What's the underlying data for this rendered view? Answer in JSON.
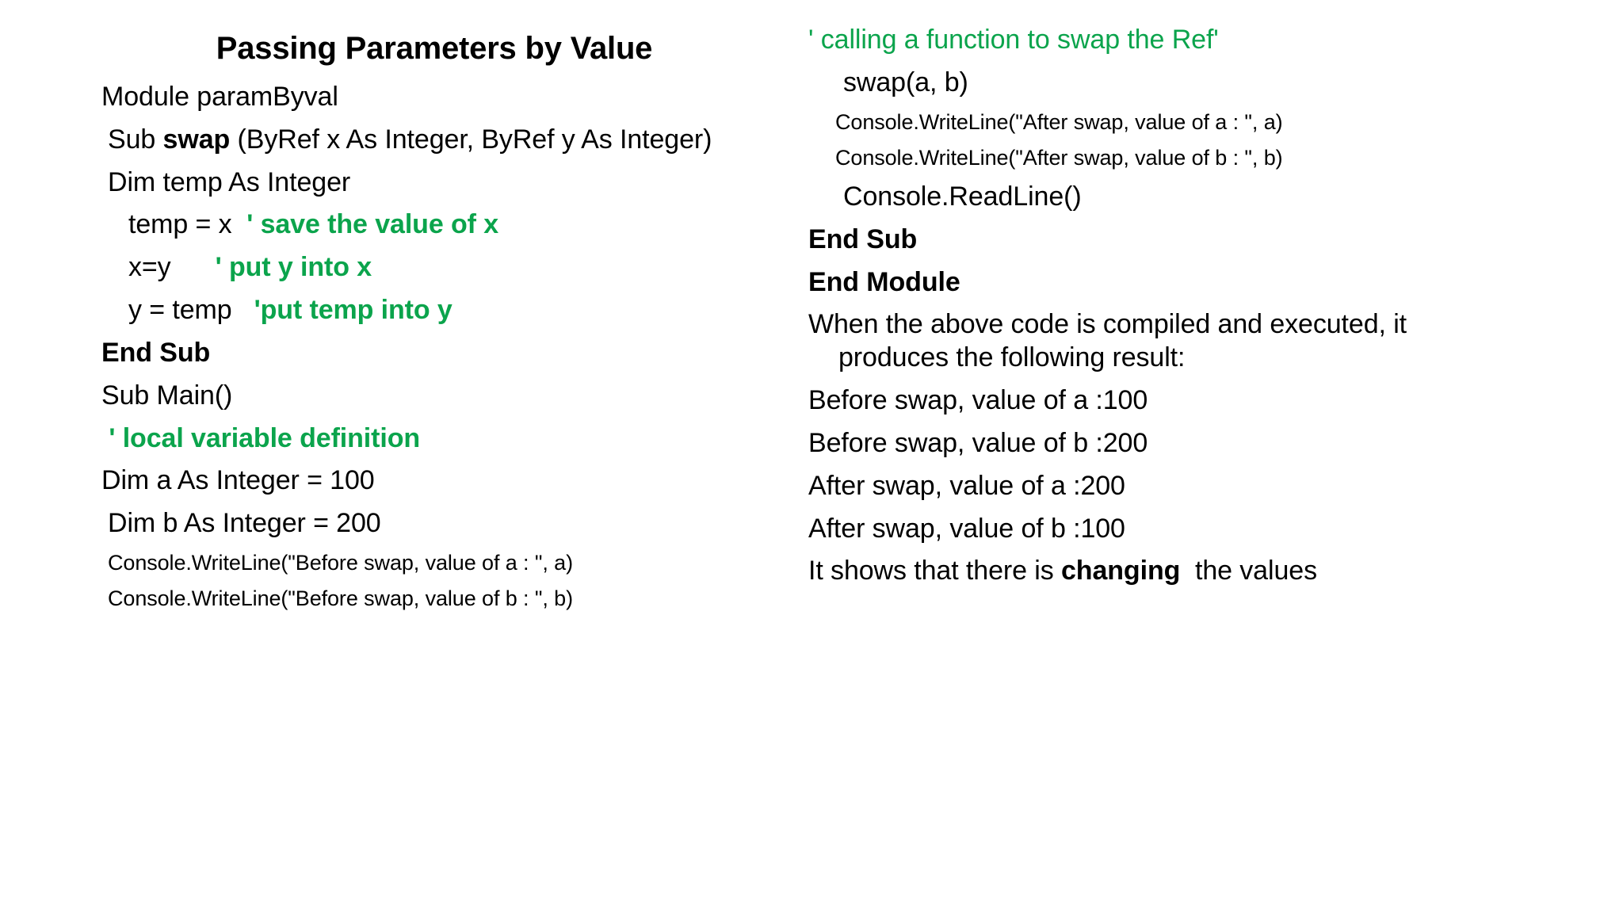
{
  "slide": {
    "title": "Passing Parameters by Value",
    "colors": {
      "comment_green": "#0BA44C",
      "text_black": "#000000",
      "background": "#FFFFFF"
    }
  },
  "left_column": {
    "lines": [
      {
        "id": "module-decl",
        "text": "Module paramByval",
        "style": "normal",
        "indent": 0,
        "size": "normal"
      },
      {
        "id": "sub-swap-sig-a",
        "text": "Sub ",
        "style": "normal",
        "indent": 1,
        "size": "normal"
      },
      {
        "id": "sub-swap-name",
        "text": "swap",
        "style": "bold",
        "indent": 1,
        "size": "normal"
      },
      {
        "id": "sub-swap-sig-b",
        "text": " (ByRef x As Integer, ByRef y As Integer)",
        "style": "normal",
        "indent": 1,
        "size": "normal"
      },
      {
        "id": "dim-temp",
        "text": "Dim temp As Integer",
        "style": "normal",
        "indent": 1,
        "size": "normal"
      },
      {
        "id": "temp-assign",
        "text": "temp = x ",
        "style": "normal",
        "indent": 3,
        "size": "normal"
      },
      {
        "id": "temp-assign-note",
        "text": " ' save the value of x",
        "style": "green-bold",
        "indent": 3,
        "size": "normal"
      },
      {
        "id": "x-assign",
        "text": "x=y      ",
        "style": "normal",
        "indent": 3,
        "size": "normal"
      },
      {
        "id": "x-assign-note",
        "text": "' put y into x",
        "style": "green-bold",
        "indent": 3,
        "size": "normal"
      },
      {
        "id": "y-assign",
        "text": "y = temp   ",
        "style": "normal",
        "indent": 3,
        "size": "normal"
      },
      {
        "id": "y-assign-note",
        "text": "'put temp into y",
        "style": "green-bold",
        "indent": 3,
        "size": "normal"
      },
      {
        "id": "end-sub",
        "text": "End Sub",
        "style": "bold",
        "indent": 0,
        "size": "normal"
      },
      {
        "id": "sub-main",
        "text": "Sub Main()",
        "style": "normal",
        "indent": 0,
        "size": "normal"
      },
      {
        "id": "local-var-note",
        "text": " ' local variable definition",
        "style": "green-bold",
        "indent": 0,
        "size": "normal"
      },
      {
        "id": "dim-a",
        "text": "Dim a As Integer = 100",
        "style": "normal",
        "indent": 0,
        "size": "normal"
      },
      {
        "id": "dim-b",
        "text": "Dim b As Integer = 200",
        "style": "normal",
        "indent": 1,
        "size": "normal"
      },
      {
        "id": "write-before-a",
        "text": "Console.WriteLine(\"Before swap, value of a : \", a)",
        "style": "normal",
        "indent": 1,
        "size": "small"
      },
      {
        "id": "write-before-b",
        "text": "Console.WriteLine(\"Before swap, value of b : \", b)",
        "style": "normal",
        "indent": 1,
        "size": "small"
      }
    ],
    "rendered": {
      "module_decl": "Module paramByval",
      "sub_swap_prefix": "Sub ",
      "sub_swap_name": "swap",
      "sub_swap_suffix": " (ByRef x As Integer, ByRef y As Integer)",
      "dim_temp": "Dim temp As Integer",
      "temp_assign": "temp = x ",
      "temp_assign_comment": " ' save the value of x",
      "x_assign": "x=y      ",
      "x_assign_comment": "' put y into x",
      "y_assign": "y = temp   ",
      "y_assign_comment": "'put temp into y",
      "end_sub": "End Sub",
      "sub_main": "Sub Main()",
      "local_var_comment": " ' local variable definition",
      "dim_a": "Dim a As Integer = 100",
      "dim_b": "Dim b As Integer = 200",
      "write_before_a": "Console.WriteLine(\"Before swap, value of a : \", a)",
      "write_before_b": "Console.WriteLine(\"Before swap, value of b : \", b)"
    }
  },
  "right_column": {
    "rendered": {
      "calling_comment": "' calling a function to swap the Ref'",
      "swap_call": "swap(a, b)",
      "write_after_a": "Console.WriteLine(\"After swap, value of a : \", a)",
      "write_after_b": "Console.WriteLine(\"After swap, value of b : \", b)",
      "read_line": "Console.ReadLine()",
      "end_sub": "End Sub",
      "end_module": "End Module",
      "result_intro": "When the above code is compiled and executed, it produces the following result:",
      "output_before_a": "Before swap, value of a :100",
      "output_before_b": "Before swap, value of b :200",
      "output_after_a": "After swap, value of a :200",
      "output_after_b": "After swap, value of b :100",
      "conclusion_prefix": "It shows that there is ",
      "conclusion_emphasis": "changing",
      "conclusion_suffix": "  the values"
    },
    "lines": [
      {
        "id": "calling-comment",
        "text": "' calling a function to swap the Ref'",
        "style": "green",
        "indent": 0,
        "size": "normal"
      },
      {
        "id": "swap-call",
        "text": "swap(a, b)",
        "style": "normal",
        "indent": 4,
        "size": "normal"
      },
      {
        "id": "write-after-a",
        "text": "Console.WriteLine(\"After swap, value of a : \", a)",
        "style": "normal",
        "indent": 3,
        "size": "small"
      },
      {
        "id": "write-after-b",
        "text": "Console.WriteLine(\"After swap, value of b : \", b)",
        "style": "normal",
        "indent": 3,
        "size": "small"
      },
      {
        "id": "read-line",
        "text": "Console.ReadLine()",
        "style": "normal",
        "indent": 4,
        "size": "normal"
      },
      {
        "id": "end-sub",
        "text": "End Sub",
        "style": "bold",
        "indent": 0,
        "size": "normal"
      },
      {
        "id": "end-module",
        "text": "End Module",
        "style": "bold",
        "indent": 0,
        "size": "normal"
      },
      {
        "id": "result-intro",
        "text": "When the above code is compiled and executed, it produces the following result:",
        "style": "normal",
        "indent": 0,
        "size": "normal"
      },
      {
        "id": "output-before-a",
        "text": "Before swap, value of a :100",
        "style": "normal",
        "indent": 0,
        "size": "normal"
      },
      {
        "id": "output-before-b",
        "text": "Before swap, value of b :200",
        "style": "normal",
        "indent": 0,
        "size": "normal"
      },
      {
        "id": "output-after-a",
        "text": "After swap, value of a :200",
        "style": "normal",
        "indent": 0,
        "size": "normal"
      },
      {
        "id": "output-after-b",
        "text": "After swap, value of b :100",
        "style": "normal",
        "indent": 0,
        "size": "normal"
      },
      {
        "id": "conclusion",
        "text": "It shows that there is changing  the values",
        "style": "mixed",
        "indent": 0,
        "size": "normal"
      }
    ]
  }
}
